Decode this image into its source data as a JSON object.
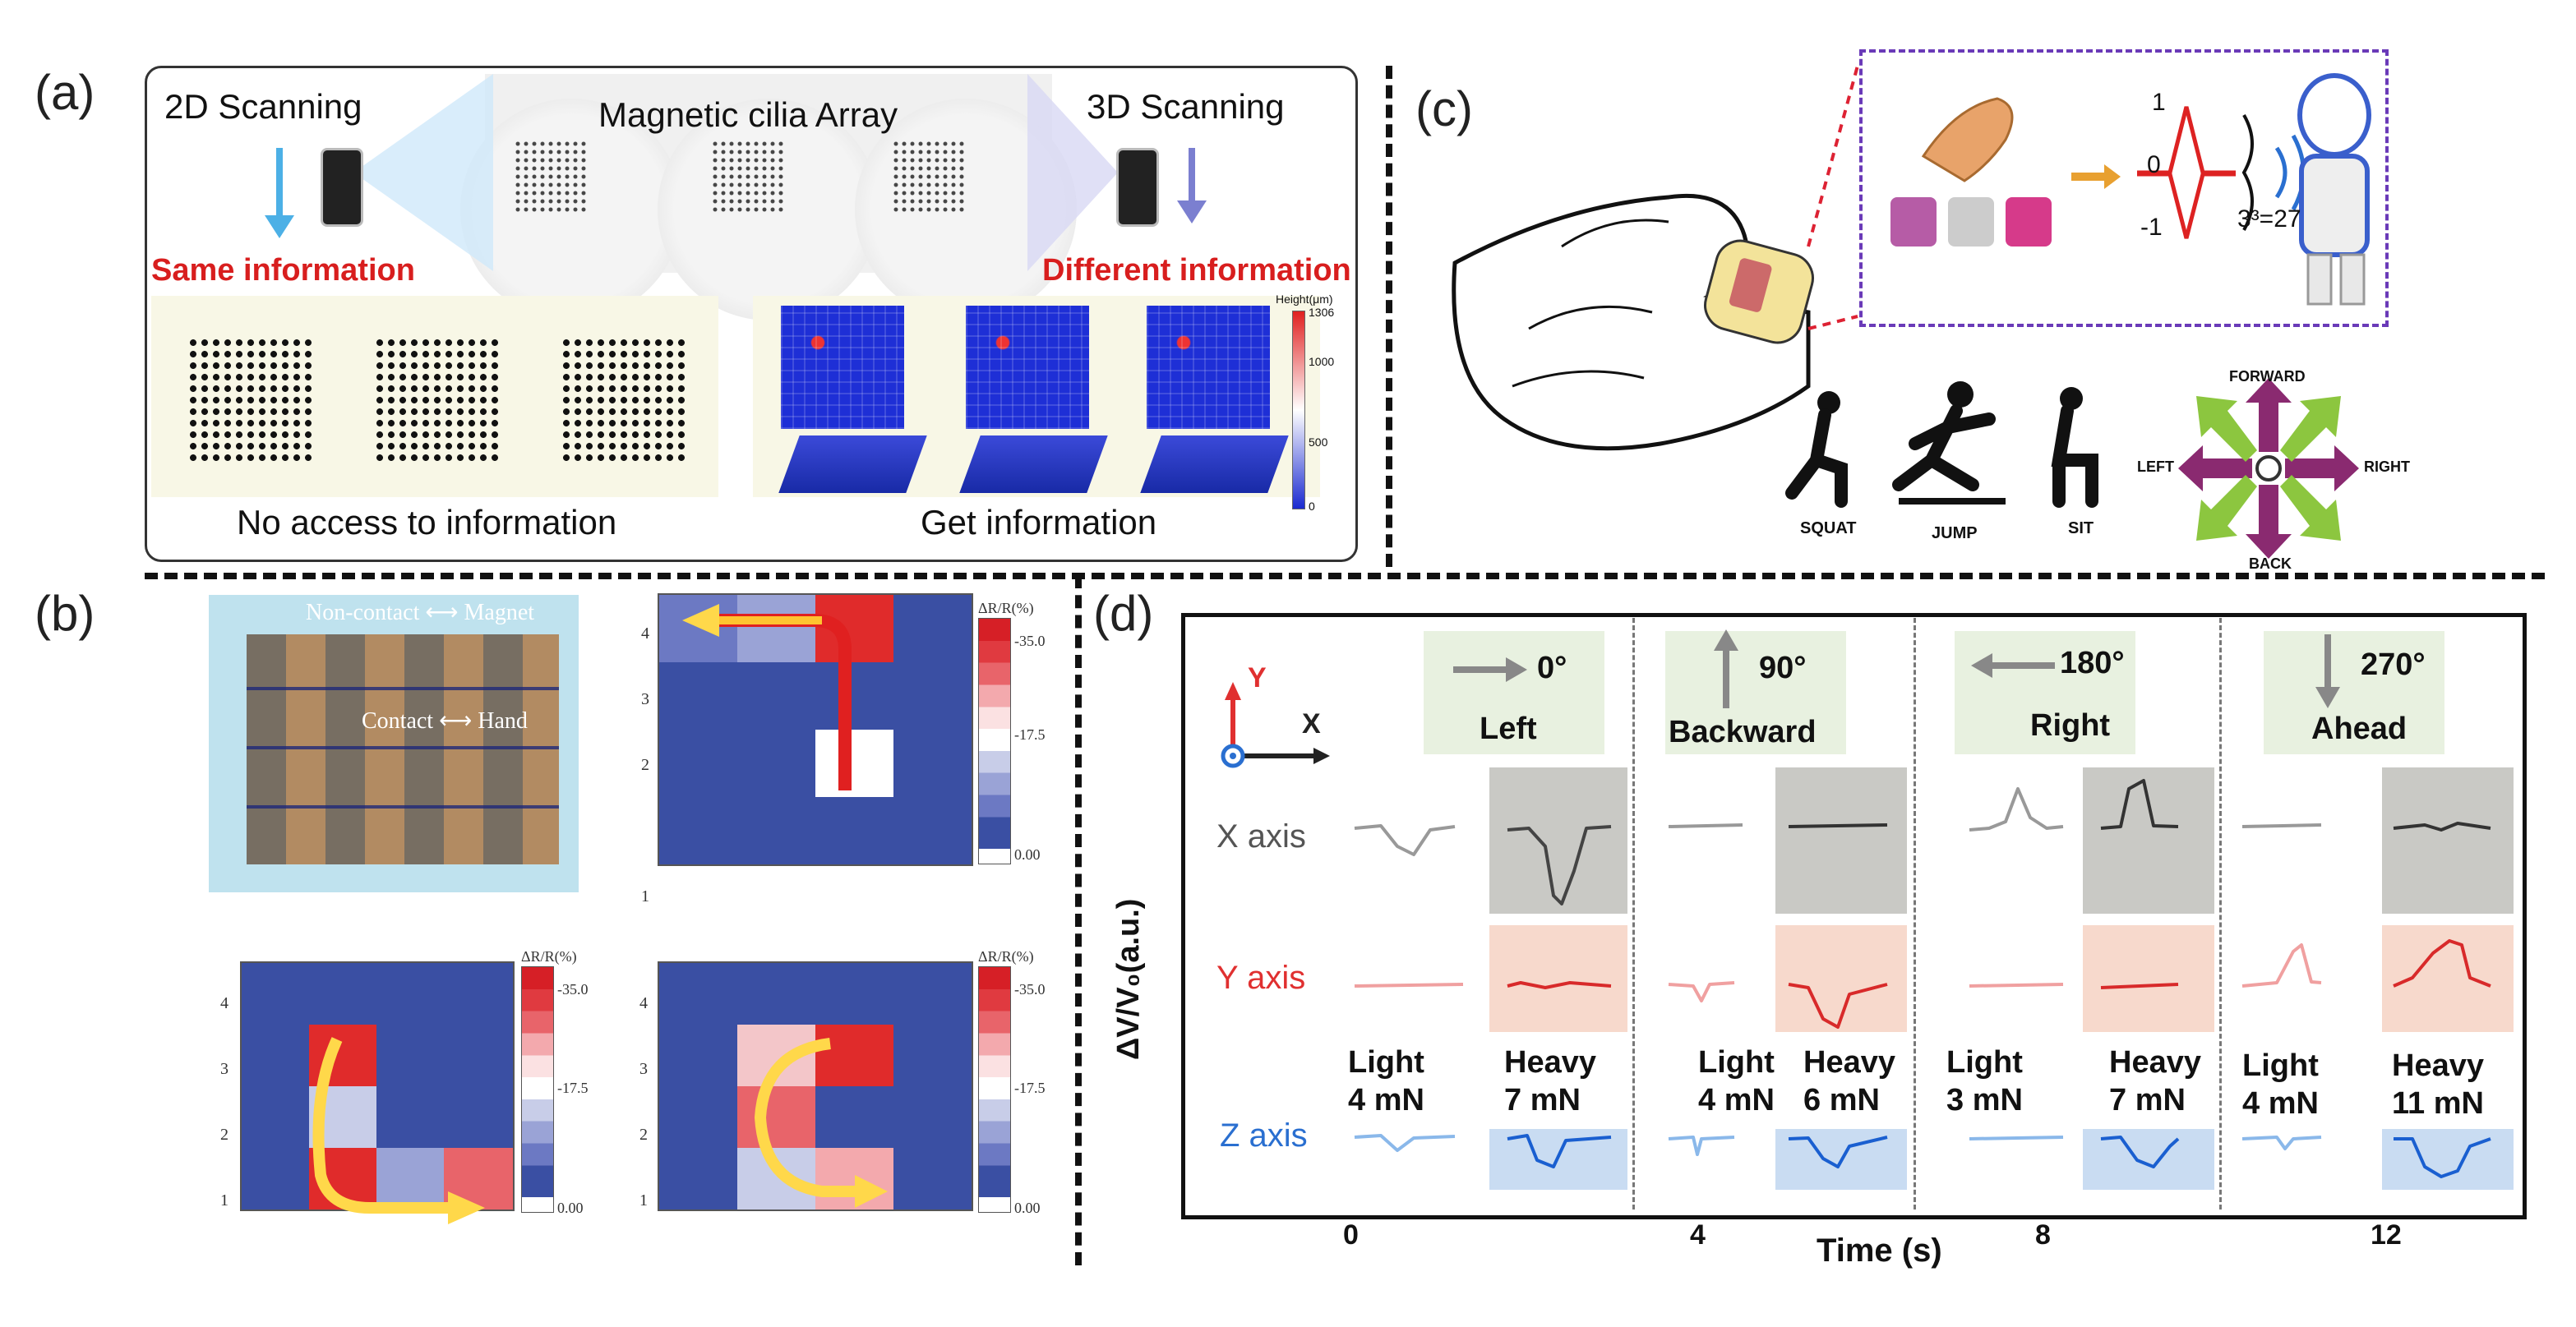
{
  "panel_labels": {
    "a": "(a)",
    "b": "(b)",
    "c": "(c)",
    "d": "(d)"
  },
  "panel_a": {
    "left_title": "2D Scanning",
    "center_title": "Magnetic cilia Array",
    "right_title": "3D Scanning",
    "left_status": "Same information",
    "right_status": "Different information",
    "left_caption": "No access to information",
    "right_caption": "Get information",
    "colorbar_title": "Height(μm)",
    "colorbar_ticks": [
      "1306",
      "1000",
      "500",
      "0"
    ]
  },
  "panel_b": {
    "photo_label_top": "Non-contact ⟷ Magnet",
    "photo_label_mid": "Contact ⟷ Hand",
    "bar_title": "ΔR/R(%)",
    "bar_ticks": [
      "-35.0",
      "-17.5",
      "0.00"
    ],
    "axis_ticks": [
      "1",
      "2",
      "3",
      "4"
    ]
  },
  "panel_c": {
    "signal_levels": [
      "1",
      "0",
      "-1"
    ],
    "combinations": "3³=27",
    "poses": [
      "SQUAT",
      "JUMP",
      "SIT"
    ],
    "directions": {
      "forward": "FORWARD",
      "back": "BACK",
      "left": "LEFT",
      "right": "RIGHT"
    }
  },
  "panel_d": {
    "y_axis_label": "ΔV/V₀(a.u.)",
    "x_axis_label": "Time (s)",
    "x_ticks": [
      "0",
      "4",
      "8",
      "12"
    ],
    "coord_y": "Y",
    "coord_x": "X",
    "rows": [
      "X axis",
      "Y axis",
      "Z axis"
    ],
    "row_colors": {
      "x": "#555555",
      "y": "#e03030",
      "z": "#2a6fd0"
    },
    "segments": [
      {
        "angle": "0°",
        "direction": "Left",
        "light": "Light",
        "light_force": "4 mN",
        "heavy": "Heavy",
        "heavy_force": "7 mN"
      },
      {
        "angle": "90°",
        "direction": "Backward",
        "light": "Light",
        "light_force": "4 mN",
        "heavy": "Heavy",
        "heavy_force": "6 mN"
      },
      {
        "angle": "180°",
        "direction": "Right",
        "light": "Light",
        "light_force": "3 mN",
        "heavy": "Heavy",
        "heavy_force": "7 mN"
      },
      {
        "angle": "270°",
        "direction": "Ahead",
        "light": "Light",
        "light_force": "4 mN",
        "heavy": "Heavy",
        "heavy_force": "11 mN"
      }
    ]
  }
}
